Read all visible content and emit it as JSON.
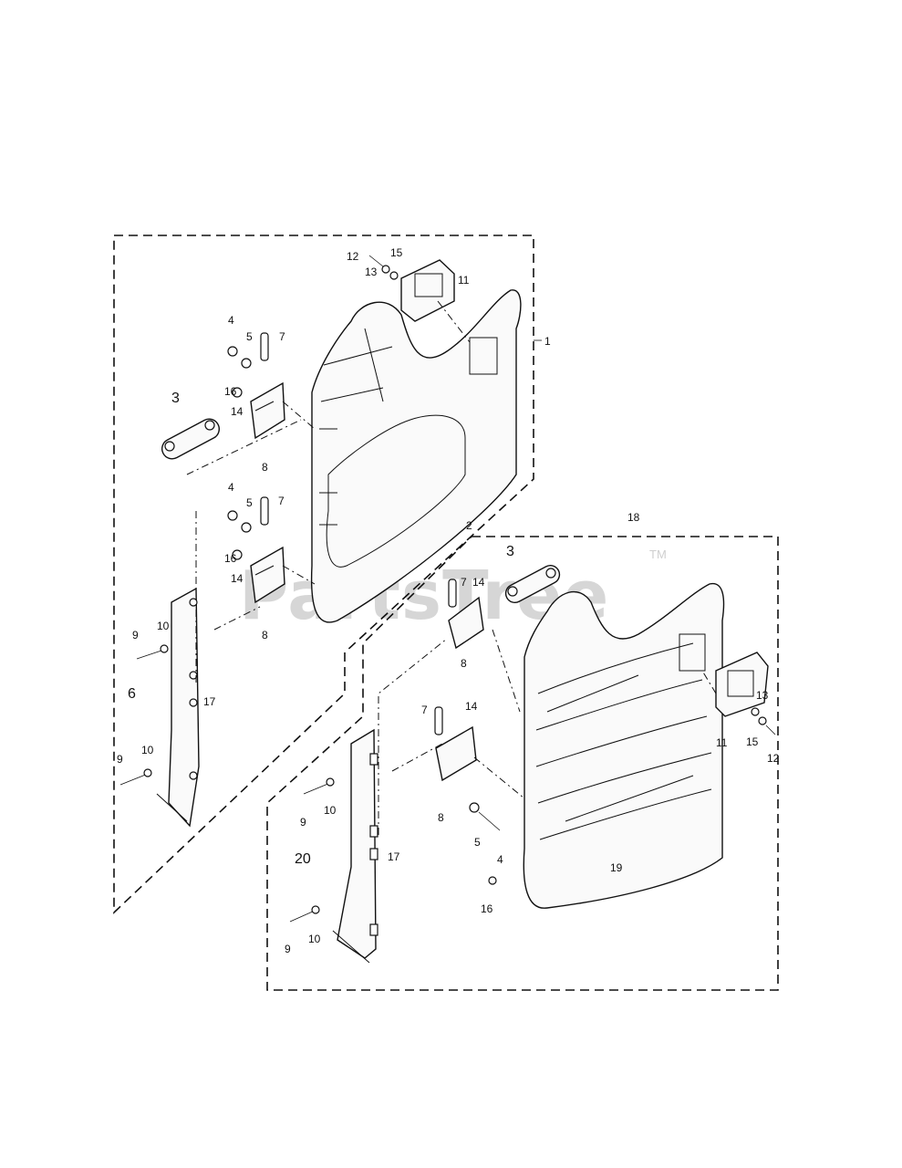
{
  "watermark": {
    "text": "PartsTree",
    "trademark": "TM"
  },
  "callouts": {
    "n1": "1",
    "n2": "2",
    "n3": "3",
    "n4": "4",
    "n5": "5",
    "n6": "6",
    "n7": "7",
    "n8": "8",
    "n9": "9",
    "n10": "10",
    "n11": "11",
    "n12": "12",
    "n13": "13",
    "n14": "14",
    "n15": "15",
    "n16": "16",
    "n17": "17",
    "n18": "18",
    "n19": "19",
    "n20": "20"
  }
}
